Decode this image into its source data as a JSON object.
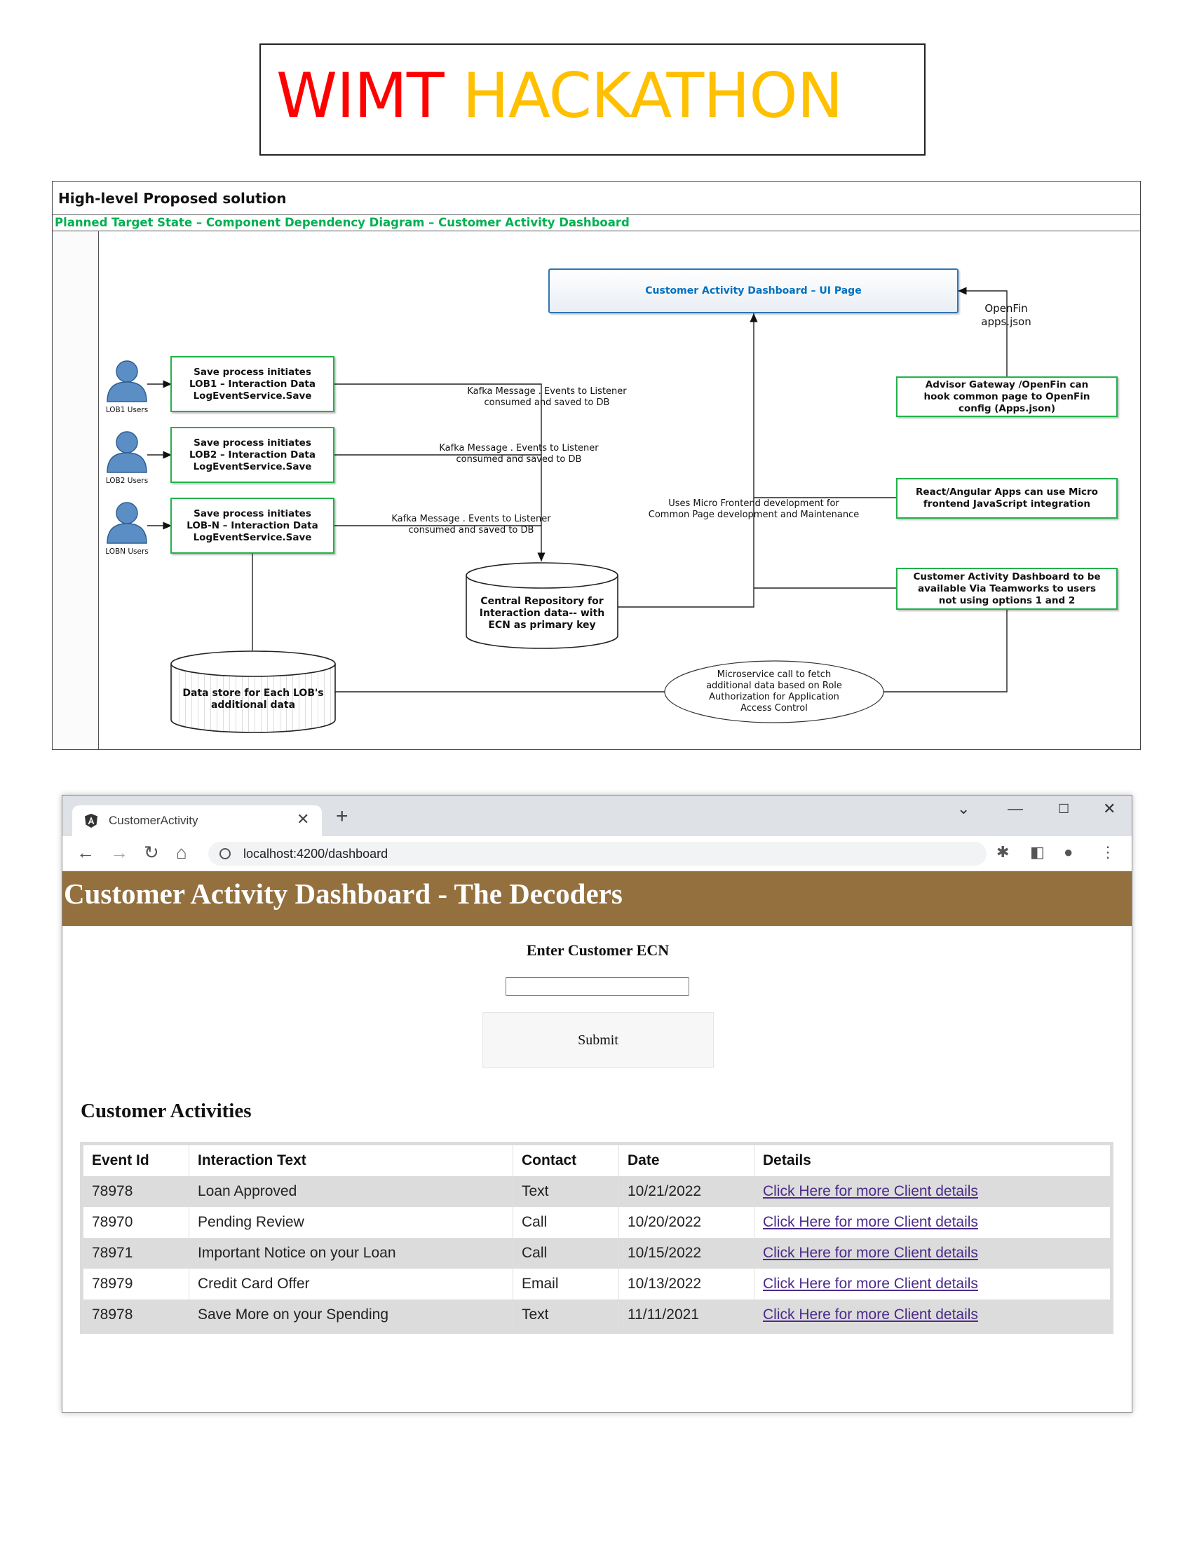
{
  "title": {
    "part1": "WIMT",
    "part2": "HACKATHON"
  },
  "diagram": {
    "heading": "High-level Proposed solution",
    "subheading": "Planned Target State – Component Dependency Diagram – Customer Activity Dashboard",
    "ui_page": "Customer Activity Dashboard – UI Page",
    "openfin_label": [
      "OpenFin",
      "apps.json"
    ],
    "lob_boxes": [
      [
        "Save process initiates",
        "LOB1 – Interaction Data",
        "LogEventService.Save"
      ],
      [
        "Save process initiates",
        "LOB2 – Interaction Data",
        "LogEventService.Save"
      ],
      [
        "Save process initiates",
        "LOB-N – Interaction Data",
        "LogEventService.Save"
      ]
    ],
    "users": [
      "LOB1 Users",
      "LOB2 Users",
      "LOBN Users"
    ],
    "kafka_labels": [
      [
        "Kafka Message . Events to Listener",
        "consumed and saved to DB"
      ],
      [
        "Kafka Message . Events to Listener",
        "consumed and saved to DB"
      ],
      [
        "Kafka Message . Events to Listener",
        "consumed and saved to DB"
      ]
    ],
    "advisor_box": [
      "Advisor Gateway /OpenFin can",
      "hook common page to OpenFin",
      "config (Apps.json)"
    ],
    "react_box": [
      "React/Angular Apps can use Micro",
      "frontend JavaScript integration"
    ],
    "teamworks_box": [
      "Customer Activity Dashboard to be",
      "available Via Teamworks to users",
      "not using options 1 and 2"
    ],
    "micro_frontend_label": [
      "Uses Micro Frontend development for",
      "Common Page development and Maintenance"
    ],
    "central_repo": [
      "Central Repository for",
      "Interaction data-- with",
      "ECN as primary key"
    ],
    "data_store": [
      "Data store for Each LOB's",
      "additional data"
    ],
    "microservice": [
      "Microservice call to fetch",
      "additional data based on Role",
      "Authorization for Application",
      "Access Control"
    ]
  },
  "browser": {
    "tab_title": "CustomerActivity",
    "url": "localhost:4200/dashboard"
  },
  "app": {
    "header_title": "Customer Activity Dashboard - The Decoders",
    "ecn_label": "Enter Customer ECN",
    "ecn_value": "",
    "submit_label": "Submit",
    "activities_title": "Customer Activities",
    "columns": [
      "Event Id",
      "Interaction Text",
      "Contact",
      "Date",
      "Details"
    ],
    "rows": [
      {
        "event_id": "78978",
        "text": "Loan Approved",
        "contact": "Text",
        "date": "10/21/2022",
        "details": "Click Here for more Client details"
      },
      {
        "event_id": "78970",
        "text": "Pending Review",
        "contact": "Call",
        "date": "10/20/2022",
        "details": "Click Here for more Client details"
      },
      {
        "event_id": "78971",
        "text": "Important Notice on your Loan",
        "contact": "Call",
        "date": "10/15/2022",
        "details": "Click Here for more Client details"
      },
      {
        "event_id": "78979",
        "text": "Credit Card Offer",
        "contact": "Email",
        "date": "10/13/2022",
        "details": "Click Here for more Client details"
      },
      {
        "event_id": "78978",
        "text": "Save More on your Spending",
        "contact": "Text",
        "date": "11/11/2021",
        "details": "Click Here for more Client details"
      }
    ]
  },
  "colors": {
    "title_red": "#ff0000",
    "title_gold": "#ffc000",
    "diagram_green": "#00b050",
    "header_brown": "#93703e",
    "link_purple": "#4b2a8a"
  }
}
